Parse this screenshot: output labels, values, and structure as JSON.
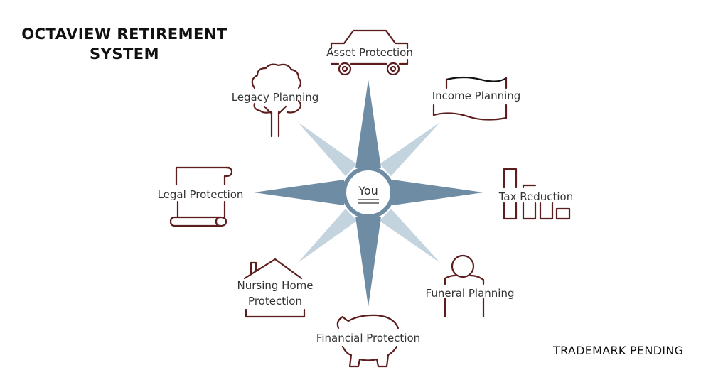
{
  "title": {
    "line1": "OCTAVIEW RETIREMENT",
    "line2": "SYSTEM"
  },
  "footer": {
    "trademark": "TRADEMARK PENDING"
  },
  "center": {
    "label": "You"
  },
  "colors": {
    "main_point": "#6f8ca5",
    "secondary_point": "#c3d4df",
    "icon_stroke": "#5b1d1d"
  },
  "categories": {
    "asset": {
      "label": "Asset Protection",
      "icon": "car-icon"
    },
    "income": {
      "label": "Income Planning",
      "icon": "banner-icon"
    },
    "tax": {
      "label": "Tax Reduction",
      "icon": "bar-chart-icon"
    },
    "funeral": {
      "label": "Funeral Planning",
      "icon": "person-icon"
    },
    "financial": {
      "label": "Financial Protection",
      "icon": "piggy-bank-icon"
    },
    "nursing": {
      "label_line1": "Nursing Home",
      "label_line2": "Protection",
      "icon": "house-icon"
    },
    "legal": {
      "label": "Legal Protection",
      "icon": "scroll-icon"
    },
    "legacy": {
      "label": "Legacy Planning",
      "icon": "tree-icon"
    }
  }
}
